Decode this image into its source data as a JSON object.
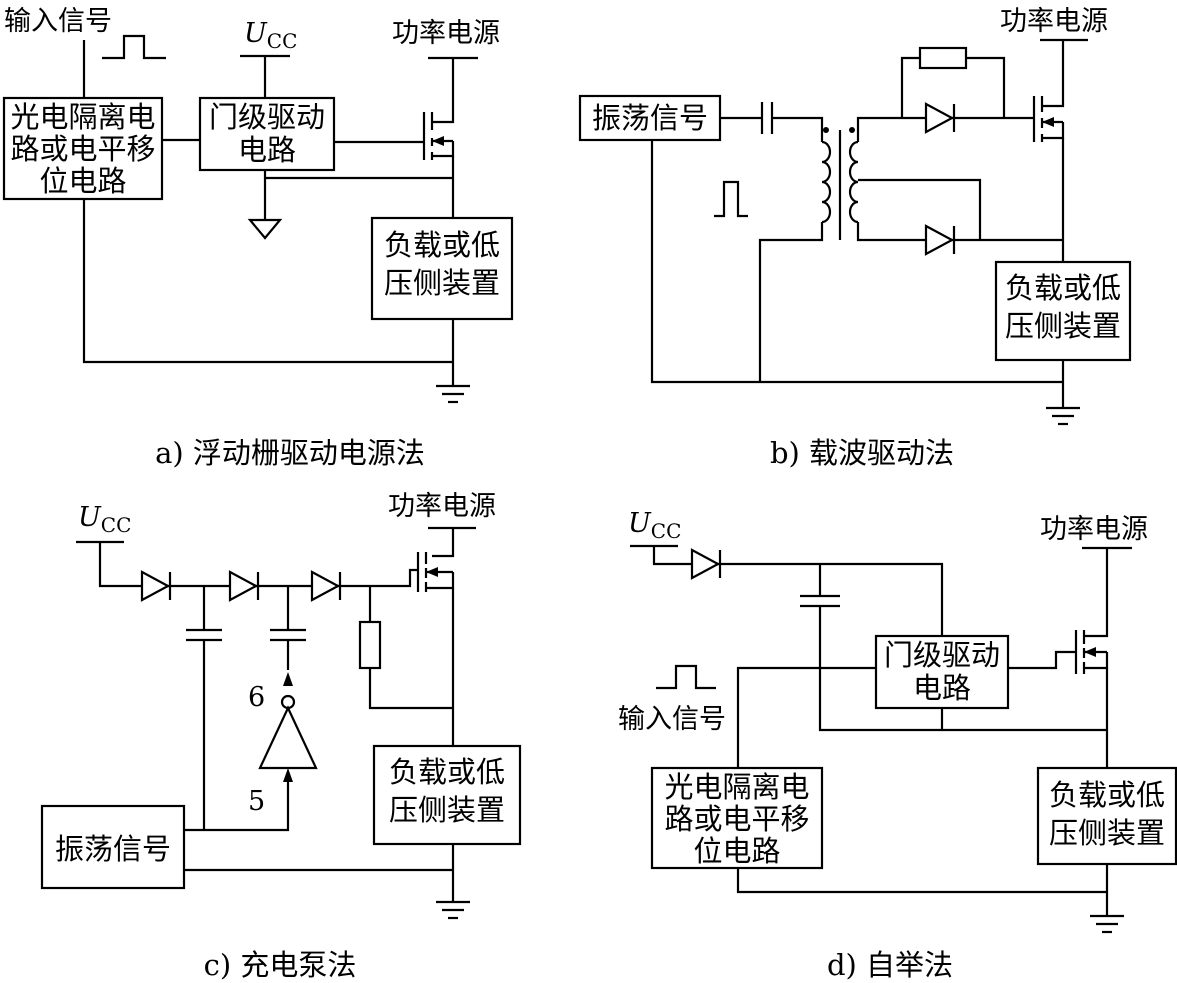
{
  "panels": {
    "a": {
      "caption": "a) 浮动栅驱动电源法",
      "input_label": "输入信号",
      "vcc_main": "U",
      "vcc_sub": "CC",
      "power_label": "功率电源",
      "isolation_box": [
        "光电隔离电",
        "路或电平移",
        "位电路"
      ],
      "gate_driver_box": [
        "门级驱动",
        "电路"
      ],
      "load_box": [
        "负载或低",
        "压侧装置"
      ]
    },
    "b": {
      "caption": "b) 载波驱动法",
      "oscillator_box": "振荡信号",
      "power_label": "功率电源",
      "load_box": [
        "负载或低",
        "压侧装置"
      ]
    },
    "c": {
      "caption": "c) 充电泵法",
      "vcc_main": "U",
      "vcc_sub": "CC",
      "power_label": "功率电源",
      "oscillator_box": "振荡信号",
      "pin_6": "6",
      "pin_5": "5",
      "load_box": [
        "负载或低",
        "压侧装置"
      ]
    },
    "d": {
      "caption": "d) 自举法",
      "vcc_main": "U",
      "vcc_sub": "CC",
      "power_label": "功率电源",
      "input_label": "输入信号",
      "gate_driver_box": [
        "门级驱动",
        "电路"
      ],
      "isolation_box": [
        "光电隔离电",
        "路或电平移",
        "位电路"
      ],
      "load_box": [
        "负载或低",
        "压侧装置"
      ]
    }
  }
}
